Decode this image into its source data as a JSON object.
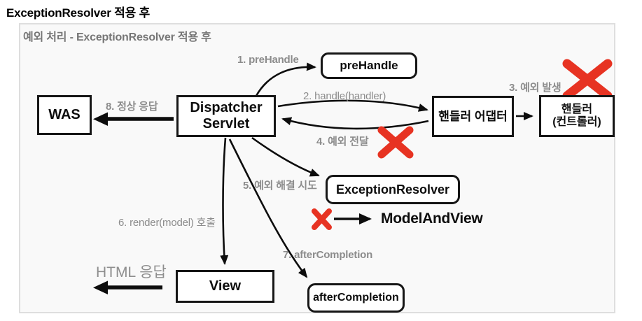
{
  "page": {
    "title": "ExceptionResolver 적용 후"
  },
  "diagram": {
    "header": "예외 처리 - ExceptionResolver 적용 후",
    "nodes": {
      "was": "WAS",
      "dispatcher_line1": "Dispatcher",
      "dispatcher_line2": "Servlet",
      "prehandle": "preHandle",
      "handler_adapter": "핸들러 어댑터",
      "handler_line1": "핸들러",
      "handler_line2": "(컨트롤러)",
      "exception_resolver": "ExceptionResolver",
      "model_and_view": "ModelAndView",
      "view": "View",
      "after_completion": "afterCompletion"
    },
    "labels": {
      "step1": "1. preHandle",
      "step2": "2. handle(handler)",
      "step3": "3. 예외 발생",
      "step4": "4. 예외 전달",
      "step5": "5. 예외 해결 시도",
      "step6": "6. render(model) 호출",
      "step7": "7. afterCompletion",
      "step8": "8. 정상 응답",
      "html_response": "HTML 응답"
    },
    "colors": {
      "error_x": "#e73322",
      "label_gray": "#8c8c8c",
      "box_border": "#161616",
      "panel_border": "#dedede",
      "panel_bg": "#f9f9f9"
    }
  }
}
